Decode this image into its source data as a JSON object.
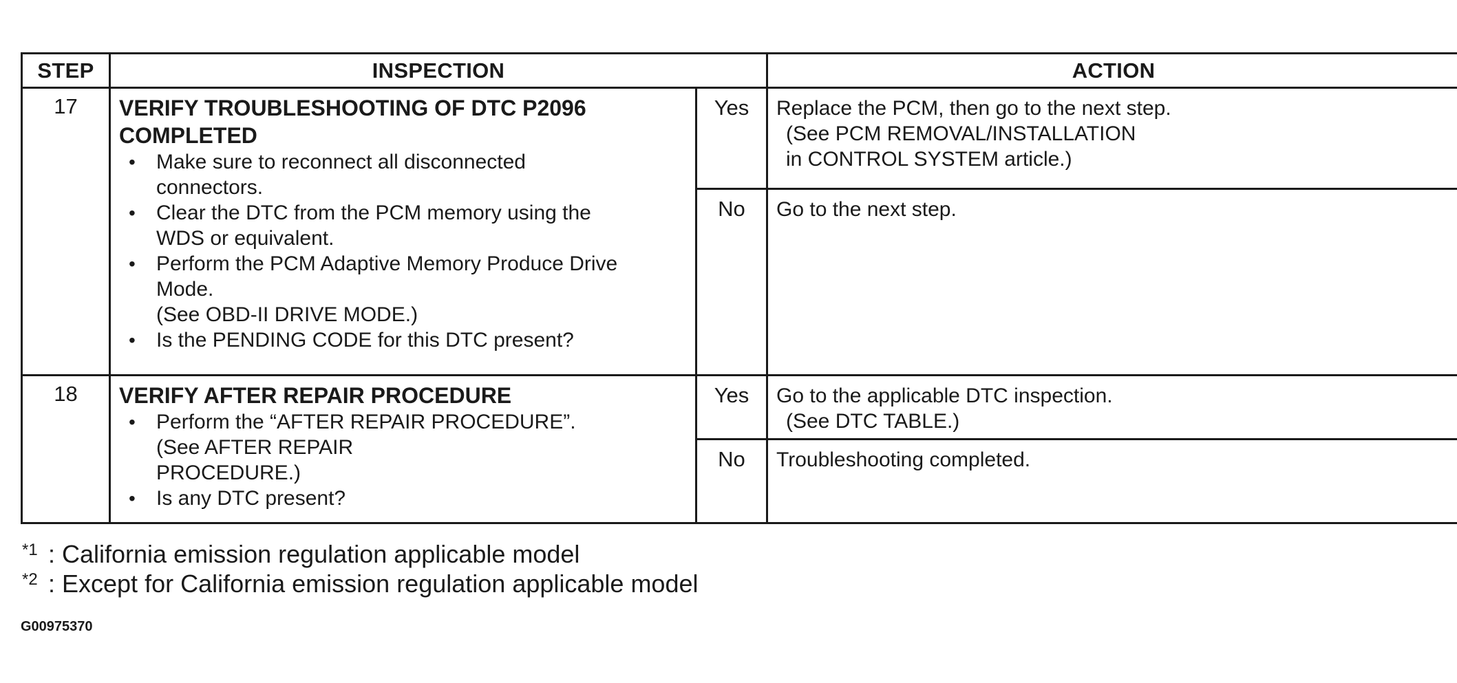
{
  "table": {
    "headers": {
      "step": "STEP",
      "inspection": "INSPECTION",
      "action": "ACTION"
    },
    "rows": [
      {
        "step": "17",
        "title_line1": "VERIFY TROUBLESHOOTING OF DTC P2096",
        "title_line2": "COMPLETED",
        "bullets": [
          "Make sure to reconnect all disconnected connectors.",
          "Clear the DTC from the PCM memory using the WDS or equivalent.",
          "Perform the PCM Adaptive Memory Produce Drive Mode.",
          "(See OBD-II DRIVE MODE.)",
          "Is the PENDING CODE for this DTC present?"
        ],
        "yes_label": "Yes",
        "yes_action": "Replace the PCM, then go to the next step.",
        "yes_action_sub1": "(See PCM REMOVAL/INSTALLATION",
        "yes_action_sub2": "in CONTROL SYSTEM article.)",
        "no_label": "No",
        "no_action": "Go to the next step."
      },
      {
        "step": "18",
        "title_line1": "VERIFY AFTER REPAIR PROCEDURE",
        "bullets": [
          "Perform the “AFTER REPAIR PROCEDURE”.",
          "(See AFTER REPAIR PROCEDURE.)",
          "Is any DTC present?"
        ],
        "yes_label": "Yes",
        "yes_action": "Go to the applicable DTC inspection.",
        "yes_action_sub1": "(See DTC TABLE.)",
        "no_label": "No",
        "no_action": "Troubleshooting completed."
      }
    ]
  },
  "notes": [
    {
      "marker": "*1",
      "text": ": California emission regulation applicable model"
    },
    {
      "marker": "*2",
      "text": ": Except for California emission regulation applicable model"
    }
  ],
  "figure_id": "G00975370"
}
